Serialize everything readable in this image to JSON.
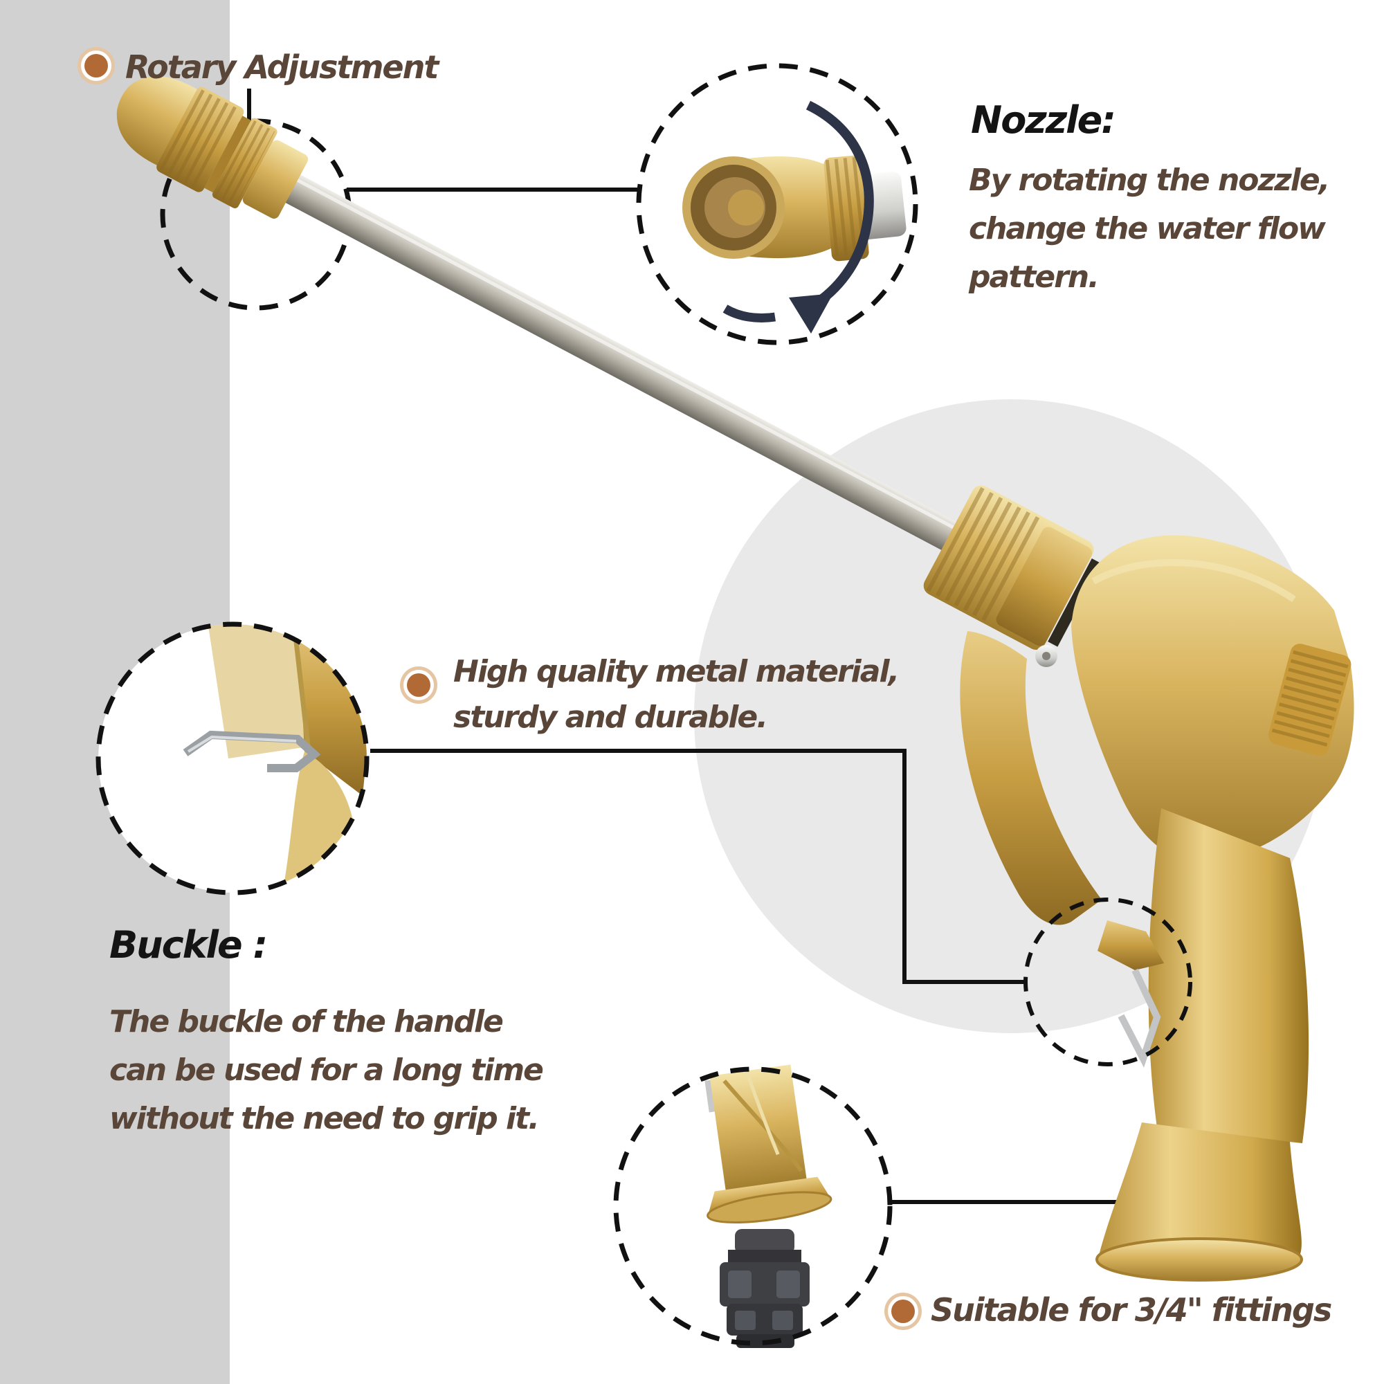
{
  "product": "brass water spray gun infographic",
  "callouts": {
    "rotary": {
      "label": "Rotary Adjustment"
    },
    "nozzle": {
      "heading": "Nozzle:",
      "lines": [
        "By rotating the nozzle,",
        "change the water flow",
        "pattern."
      ]
    },
    "material": {
      "lines": [
        "High quality metal material,",
        "sturdy and durable."
      ]
    },
    "buckle": {
      "heading": "Buckle :",
      "lines": [
        "The buckle of the handle",
        "can be used for a long time",
        "without the need to grip it."
      ]
    },
    "fittings": {
      "label": "Suitable for 3/4\" fittings"
    }
  },
  "colors": {
    "background": "#ffffff",
    "side_stripe": "#d1d1d1",
    "backdrop_circle": "#e9e9e9",
    "text_brown": "#5a4638",
    "heading_black": "#141414",
    "bullet_orange": "#b16a35",
    "callout_line": "#111111",
    "brass_gold": "#d7b15c",
    "steel_silver": "#b9b5aa",
    "rotation_arrow_navy": "#2e3448",
    "connector_black": "#3f4044"
  }
}
